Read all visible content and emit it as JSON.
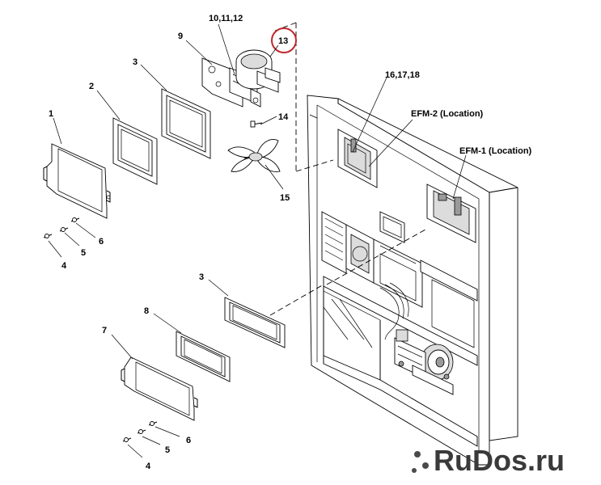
{
  "callouts": {
    "c1": "1",
    "c2": "2",
    "c3a": "3",
    "c3b": "3",
    "c4a": "4",
    "c4b": "4",
    "c5a": "5",
    "c5b": "5",
    "c6a": "6",
    "c6b": "6",
    "c7": "7",
    "c8": "8",
    "c9": "9",
    "c10": "10,11,12",
    "c13": "13",
    "c14": "14",
    "c15": "15",
    "c16": "16,17,18"
  },
  "locations": {
    "efm2": "EFM-2 (Location)",
    "efm1": "EFM-1 (Location)"
  },
  "watermark": {
    "text": "RuDos.ru"
  },
  "colors": {
    "highlight_circle": "#c0282d",
    "line": "#000000",
    "background": "#ffffff"
  }
}
